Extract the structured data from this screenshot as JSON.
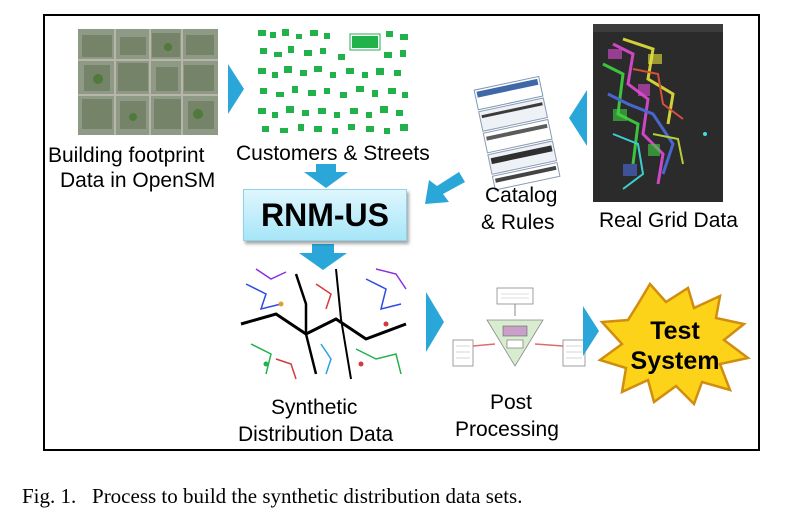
{
  "diagram": {
    "labels": {
      "building_line1": "Building footprint",
      "building_line2": "Data in OpenSM",
      "customers": "Customers & Streets",
      "rnm": "RNM-US",
      "catalog_line1": "Catalog",
      "catalog_line2": "& Rules",
      "real_grid": "Real Grid Data",
      "synthetic_line1": "Synthetic",
      "synthetic_line2": "Distribution Data",
      "post_line1": "Post",
      "post_line2": "Processing",
      "test_line1": "Test",
      "test_line2": "System"
    },
    "colors": {
      "arrow": "#2aa7d8",
      "rnm_fill": "#bdeefc",
      "star_fill": "#fcd319",
      "street_green": "#21b24b"
    }
  },
  "caption": "Fig. 1.   Process to build the synthetic distribution data sets."
}
